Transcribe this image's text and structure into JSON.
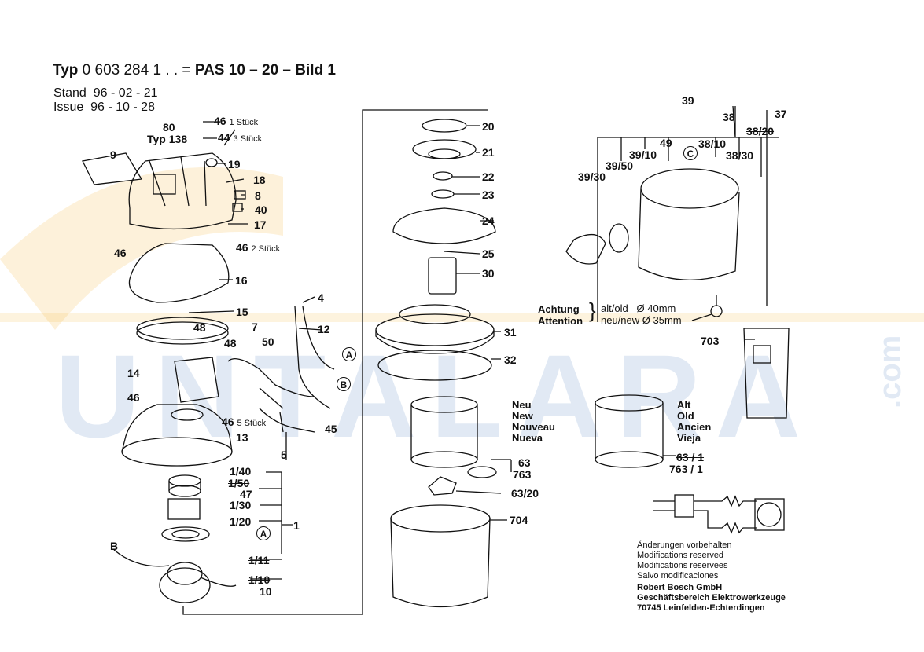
{
  "header": {
    "title_typ": "Typ",
    "title_number": "0 603 284",
    "title_suffix": "1 . . =",
    "title_model": "PAS 10 – 20 – Bild 1",
    "stand_label": "Stand",
    "stand_date": "96 - 02 - 21",
    "issue_label": "Issue",
    "issue_date": "96 - 10 - 28"
  },
  "watermark": {
    "text": "UNTALARA",
    "suffix": ".com"
  },
  "callouts": {
    "c9": "9",
    "c80": "80",
    "typ138": "Typ 138",
    "c46a": "46",
    "c46a_note": "1 Stück",
    "c44": "44",
    "c44_note": "3 Stück",
    "c19": "19",
    "c18": "18",
    "c8": "8",
    "c40": "40",
    "c17": "17",
    "c46b": "46",
    "c46c": "46",
    "c46c_note": "2 Stück",
    "c16": "16",
    "c15": "15",
    "c48a": "48",
    "c4": "4",
    "c7": "7",
    "c12": "12",
    "c48b": "48",
    "c50": "50",
    "c14": "14",
    "c46d": "46",
    "c46e": "46",
    "c46e_note": "5 Stück",
    "c13": "13",
    "c45": "45",
    "c5": "5",
    "c1_40": "1/40",
    "c1_50": "1/50",
    "c47": "47",
    "c1_30": "1/30",
    "c1_20": "1/20",
    "c1": "1",
    "c1_11": "1/11",
    "c1_10": "1/10",
    "c10": "10",
    "c20": "20",
    "c21": "21",
    "c22": "22",
    "c23": "23",
    "c24": "24",
    "c25": "25",
    "c30": "30",
    "c31": "31",
    "c32": "32",
    "c63": "63",
    "c763": "763",
    "c63_20": "63/20",
    "c704": "704",
    "c39": "39",
    "c37": "37",
    "c38": "38",
    "c38_20": "38/20",
    "c49": "49",
    "c38_10": "38/10",
    "c39_10": "39/10",
    "c38_30": "38/30",
    "c39_50": "39/50",
    "c39_30": "39/30",
    "c703": "703",
    "c63_1": "63 / 1",
    "c763_1": "763 / 1"
  },
  "markers": {
    "A": "A",
    "B": "B",
    "C": "C"
  },
  "attention": {
    "achtung": "Achtung",
    "attention": "Attention",
    "old": "alt/old",
    "new": "neu/new",
    "old_size": "Ø 40mm",
    "new_size": "Ø 35mm"
  },
  "labels_new": [
    "Neu",
    "New",
    "Nouveau",
    "Nueva"
  ],
  "labels_old": [
    "Alt",
    "Old",
    "Ancien",
    "Vieja"
  ],
  "notes": {
    "lines": [
      "Änderungen vorbehalten",
      "Modifications reserved",
      "Modifications reservees",
      "Salvo modificaciones"
    ],
    "company": [
      "Robert Bosch GmbH",
      "Geschäftsbereich Elektrowerkzeuge",
      "70745 Leinfelden-Echterdingen"
    ]
  },
  "colors": {
    "ink": "#111111",
    "watermark_blue": "#1f5fb0",
    "watermark_orange": "#f2b233"
  }
}
